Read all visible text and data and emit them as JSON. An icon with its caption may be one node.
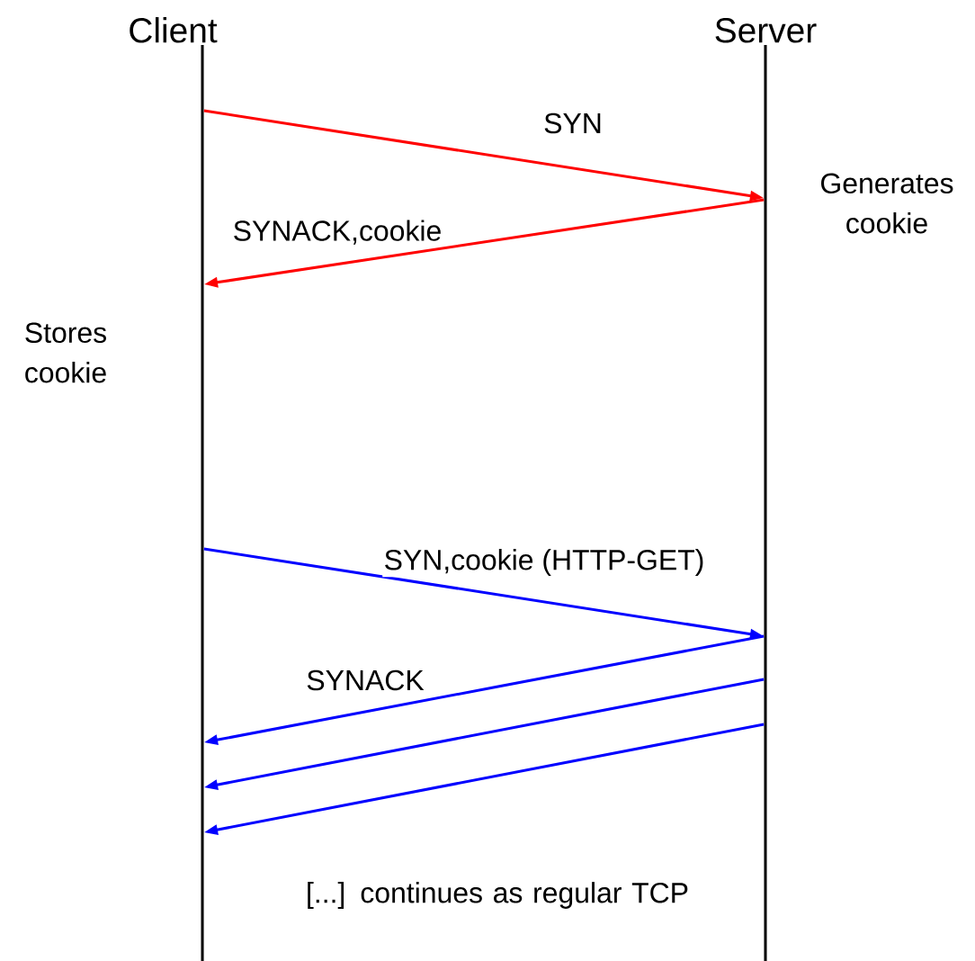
{
  "diagram": {
    "nodes": [
      {
        "text": [
          "Client"
        ]
      },
      {
        "text": [
          "Server"
        ]
      }
    ],
    "edges": [
      {
        "from": 0,
        "to": 1,
        "arrow": "to",
        "label": "SYN",
        "color": "#ff0000"
      },
      {
        "from": 1,
        "to": 0,
        "arrow": "to",
        "label": "SYNACK,cookie",
        "color": "#ff0000"
      },
      {
        "from": 0,
        "to": 1,
        "arrow": "to",
        "label": "SYN,cookie (HTTP-GET)"
      },
      {
        "from": 1,
        "to": 0,
        "arrow": "to",
        "label": "SYNACK"
      },
      {
        "from": 1,
        "to": 0,
        "arrow": "to"
      },
      {
        "from": 1,
        "to": 0,
        "arrow": "to"
      }
    ],
    "labels": [
      "Generates cookie",
      "Stores cookie",
      "[...] continues  as regular TCP"
    ]
  }
}
